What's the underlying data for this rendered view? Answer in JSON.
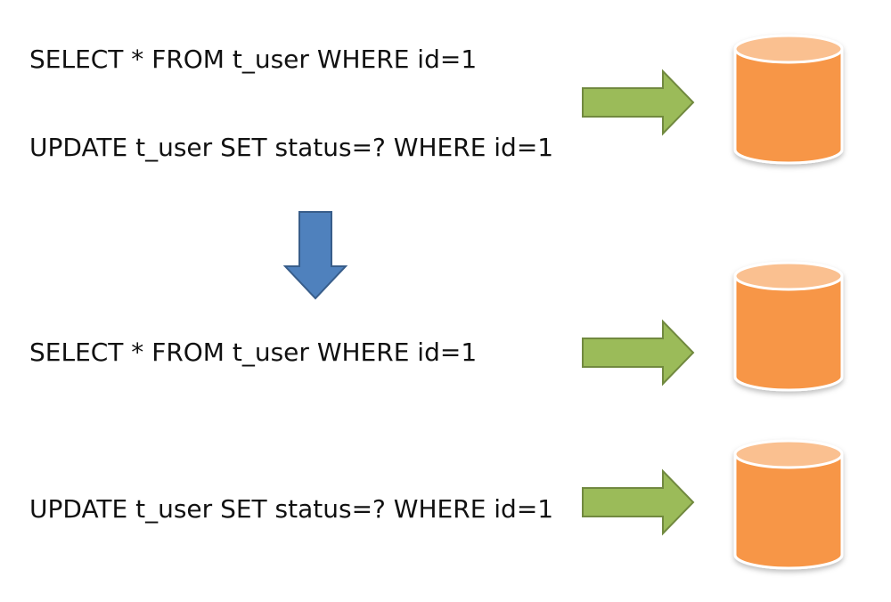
{
  "statements": [
    "SELECT * FROM t_user WHERE id=1",
    "UPDATE t_user SET status=? WHERE id=1",
    "SELECT * FROM t_user WHERE id=1",
    "UPDATE t_user SET status=? WHERE id=1"
  ],
  "icons": {
    "flow_arrow": "green-right-arrow-icon",
    "step_arrow": "blue-down-arrow-icon",
    "database": "database-cylinder-icon"
  },
  "colors": {
    "green_arrow_fill": "#9BBB59",
    "green_arrow_stroke": "#71893F",
    "blue_arrow_fill": "#4F81BD",
    "blue_arrow_stroke": "#385D8A",
    "db_body": "#F79646",
    "db_top": "#FAC090",
    "db_outline": "#FFFFFF"
  }
}
